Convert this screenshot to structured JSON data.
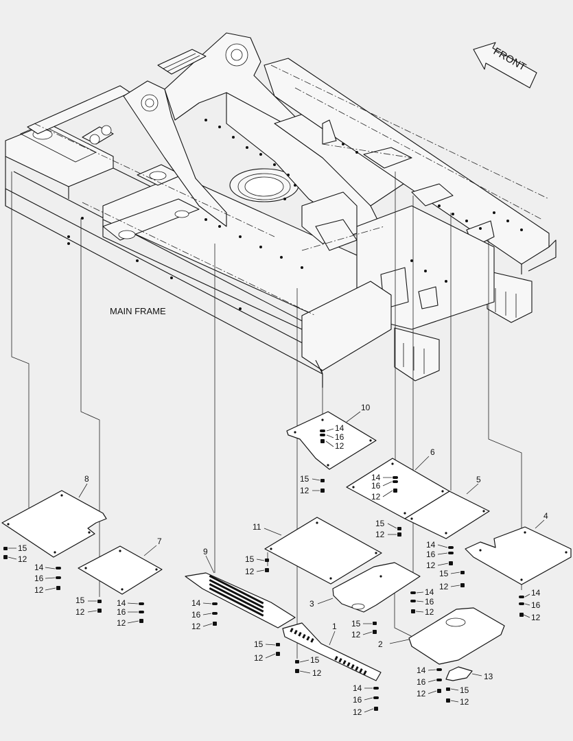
{
  "figure": {
    "main_frame_label": "MAIN FRAME",
    "front_label": "FRONT"
  },
  "callouts": [
    {
      "id": "p10",
      "text": "10"
    },
    {
      "id": "p6",
      "text": "6"
    },
    {
      "id": "p5",
      "text": "5"
    },
    {
      "id": "p4",
      "text": "4"
    },
    {
      "id": "p8",
      "text": "8"
    },
    {
      "id": "p7",
      "text": "7"
    },
    {
      "id": "p9",
      "text": "9"
    },
    {
      "id": "p11",
      "text": "11"
    },
    {
      "id": "p3",
      "text": "3"
    },
    {
      "id": "p1",
      "text": "1"
    },
    {
      "id": "p2",
      "text": "2"
    },
    {
      "id": "p13",
      "text": "13"
    }
  ],
  "hardware": [
    {
      "id": "h10a",
      "text": "14"
    },
    {
      "id": "h10b",
      "text": "16"
    },
    {
      "id": "h10c",
      "text": "12"
    },
    {
      "id": "h10d",
      "text": "15"
    },
    {
      "id": "h10e",
      "text": "12"
    },
    {
      "id": "h6a",
      "text": "14"
    },
    {
      "id": "h6b",
      "text": "16"
    },
    {
      "id": "h6c",
      "text": "12"
    },
    {
      "id": "h6d",
      "text": "15"
    },
    {
      "id": "h6e",
      "text": "12"
    },
    {
      "id": "h5a",
      "text": "14"
    },
    {
      "id": "h5b",
      "text": "16"
    },
    {
      "id": "h5c",
      "text": "12"
    },
    {
      "id": "h4a",
      "text": "15"
    },
    {
      "id": "h4b",
      "text": "12"
    },
    {
      "id": "h4c",
      "text": "14"
    },
    {
      "id": "h4d",
      "text": "16"
    },
    {
      "id": "h4e",
      "text": "12"
    },
    {
      "id": "h8a",
      "text": "15"
    },
    {
      "id": "h8b",
      "text": "12"
    },
    {
      "id": "h8c",
      "text": "14"
    },
    {
      "id": "h8d",
      "text": "16"
    },
    {
      "id": "h8e",
      "text": "12"
    },
    {
      "id": "h7a",
      "text": "14"
    },
    {
      "id": "h7b",
      "text": "16"
    },
    {
      "id": "h7c",
      "text": "12"
    },
    {
      "id": "h7d",
      "text": "15"
    },
    {
      "id": "h7e",
      "text": "12"
    },
    {
      "id": "h9a",
      "text": "14"
    },
    {
      "id": "h9b",
      "text": "16"
    },
    {
      "id": "h9c",
      "text": "12"
    },
    {
      "id": "h9d",
      "text": "15"
    },
    {
      "id": "h9e",
      "text": "12"
    },
    {
      "id": "h11a",
      "text": "15"
    },
    {
      "id": "h11b",
      "text": "12"
    },
    {
      "id": "h3a",
      "text": "14"
    },
    {
      "id": "h3b",
      "text": "16"
    },
    {
      "id": "h3c",
      "text": "12"
    },
    {
      "id": "h1a",
      "text": "15"
    },
    {
      "id": "h1b",
      "text": "12"
    },
    {
      "id": "h1c",
      "text": "15"
    },
    {
      "id": "h1d",
      "text": "12"
    },
    {
      "id": "h1e",
      "text": "14"
    },
    {
      "id": "h1f",
      "text": "16"
    },
    {
      "id": "h1g",
      "text": "12"
    },
    {
      "id": "h2a",
      "text": "14"
    },
    {
      "id": "h2b",
      "text": "16"
    },
    {
      "id": "h2c",
      "text": "12"
    },
    {
      "id": "h13a",
      "text": "15"
    },
    {
      "id": "h13b",
      "text": "12"
    }
  ]
}
